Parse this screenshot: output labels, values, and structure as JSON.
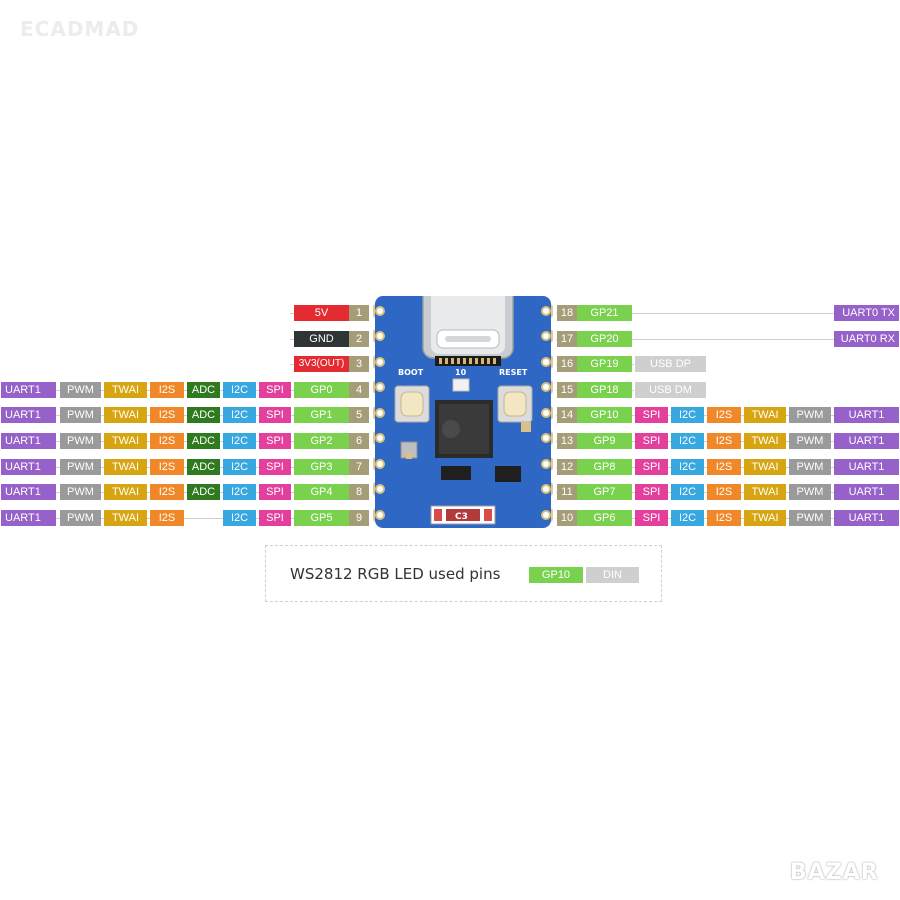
{
  "watermarks": {
    "top": "ECADMAD",
    "bottom": "BAZAR"
  },
  "colors": {
    "power": "#e52b32",
    "gnd": "#2f3537",
    "pin": "#a59d78",
    "gpio": "#7ad14e",
    "uart": "#9661c8",
    "pwm": "#9a9a9a",
    "twai": "#d6a511",
    "i2s": "#f0882a",
    "adc": "#2f7a1f",
    "i2c": "#37a8e0",
    "spi": "#e2409c",
    "usb": "#cfcfcf",
    "din": "#cfcfcf"
  },
  "left_rows": [
    {
      "pin": "1",
      "name": "5V",
      "type": "power",
      "funcs": []
    },
    {
      "pin": "2",
      "name": "GND",
      "type": "gnd",
      "funcs": []
    },
    {
      "pin": "3",
      "name": "3V3(OUT)",
      "type": "power",
      "funcs": []
    },
    {
      "pin": "4",
      "name": "GP0",
      "type": "gpio",
      "funcs": [
        "UART1",
        "PWM",
        "TWAI",
        "I2S",
        "ADC",
        "I2C",
        "SPI"
      ]
    },
    {
      "pin": "5",
      "name": "GP1",
      "type": "gpio",
      "funcs": [
        "UART1",
        "PWM",
        "TWAI",
        "I2S",
        "ADC",
        "I2C",
        "SPI"
      ]
    },
    {
      "pin": "6",
      "name": "GP2",
      "type": "gpio",
      "funcs": [
        "UART1",
        "PWM",
        "TWAI",
        "I2S",
        "ADC",
        "I2C",
        "SPI"
      ]
    },
    {
      "pin": "7",
      "name": "GP3",
      "type": "gpio",
      "funcs": [
        "UART1",
        "PWM",
        "TWAI",
        "I2S",
        "ADC",
        "I2C",
        "SPI"
      ]
    },
    {
      "pin": "8",
      "name": "GP4",
      "type": "gpio",
      "funcs": [
        "UART1",
        "PWM",
        "TWAI",
        "I2S",
        "ADC",
        "I2C",
        "SPI"
      ]
    },
    {
      "pin": "9",
      "name": "GP5",
      "type": "gpio",
      "funcs": [
        "UART1",
        "PWM",
        "TWAI",
        "I2S",
        "",
        "I2C",
        "SPI"
      ]
    }
  ],
  "right_rows": [
    {
      "pin": "18",
      "name": "GP21",
      "funcs": [],
      "far": "UART0 TX"
    },
    {
      "pin": "17",
      "name": "GP20",
      "funcs": [],
      "far": "UART0 RX"
    },
    {
      "pin": "16",
      "name": "GP19",
      "funcs": [
        "USB DP"
      ],
      "far": ""
    },
    {
      "pin": "15",
      "name": "GP18",
      "funcs": [
        "USB DM"
      ],
      "far": ""
    },
    {
      "pin": "14",
      "name": "GP10",
      "funcs": [
        "SPI",
        "I2C",
        "I2S",
        "TWAI",
        "PWM",
        "UART1"
      ],
      "far": ""
    },
    {
      "pin": "13",
      "name": "GP9",
      "funcs": [
        "SPI",
        "I2C",
        "I2S",
        "TWAI",
        "PWM",
        "UART1"
      ],
      "far": ""
    },
    {
      "pin": "12",
      "name": "GP8",
      "funcs": [
        "SPI",
        "I2C",
        "I2S",
        "TWAI",
        "PWM",
        "UART1"
      ],
      "far": ""
    },
    {
      "pin": "11",
      "name": "GP7",
      "funcs": [
        "SPI",
        "I2C",
        "I2S",
        "TWAI",
        "PWM",
        "UART1"
      ],
      "far": ""
    },
    {
      "pin": "10",
      "name": "GP6",
      "funcs": [
        "SPI",
        "I2C",
        "I2S",
        "TWAI",
        "PWM",
        "UART1"
      ],
      "far": ""
    }
  ],
  "board": {
    "boot": "BOOT",
    "reset": "RESET",
    "led_pin": "10",
    "chip_label": "C3"
  },
  "legend": {
    "text": "WS2812 RGB LED used pins",
    "pin": "GP10",
    "signal": "DIN"
  }
}
